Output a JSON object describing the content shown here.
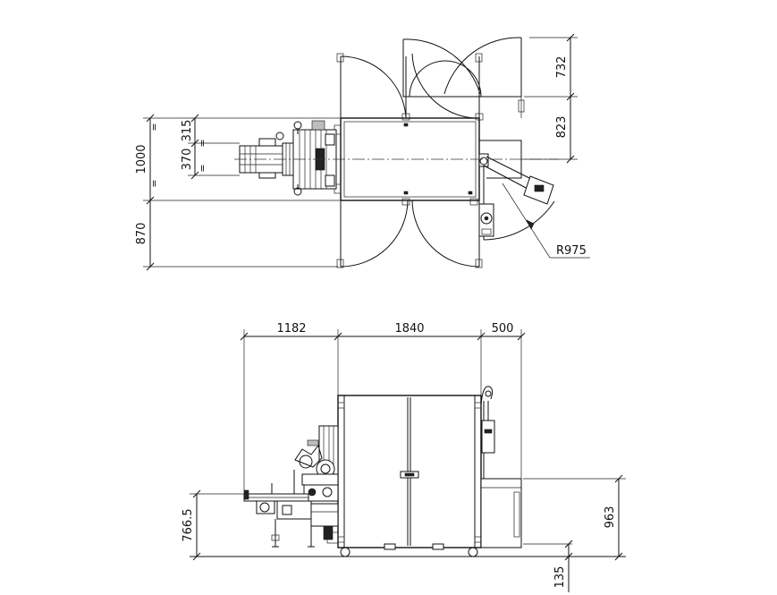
{
  "drawing": {
    "top_view": {
      "dimensions": {
        "door_swing_height": "732",
        "upper_depth": "823",
        "total_depth_left": "1000",
        "infeed_height": "315",
        "infeed_width": "370",
        "lower_depth": "870",
        "equal_mark_a": "=",
        "equal_mark_b": "=",
        "equal_mark_c": "=",
        "equal_mark_d": "=",
        "arm_radius": "R975"
      }
    },
    "front_view": {
      "dimensions": {
        "infeed_length": "1182",
        "cabinet_width": "1840",
        "outfeed_length": "500",
        "infeed_table_height": "766.5",
        "outfeed_table_height": "963",
        "foot_height": "135"
      }
    }
  }
}
